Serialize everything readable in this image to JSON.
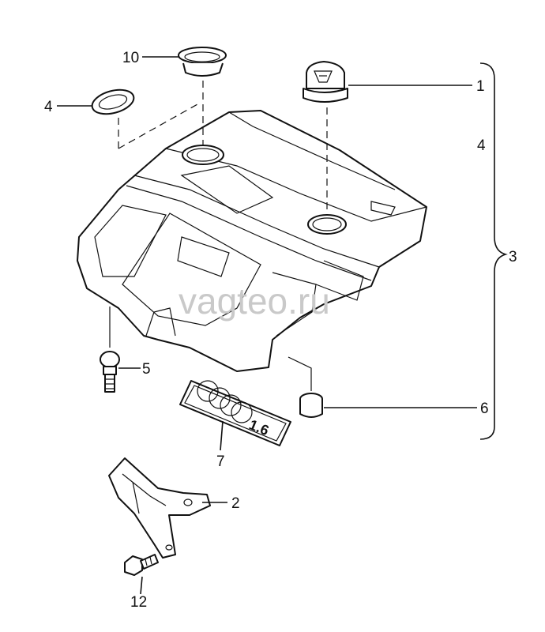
{
  "watermark": "vagteo.ru",
  "callouts": {
    "c1": "1",
    "c2": "2",
    "c3": "3",
    "c4a": "4",
    "c4b": "4",
    "c5": "5",
    "c6": "6",
    "c7": "7",
    "c10": "10",
    "c12": "12"
  },
  "emblem": {
    "badge_text": "1.6"
  }
}
